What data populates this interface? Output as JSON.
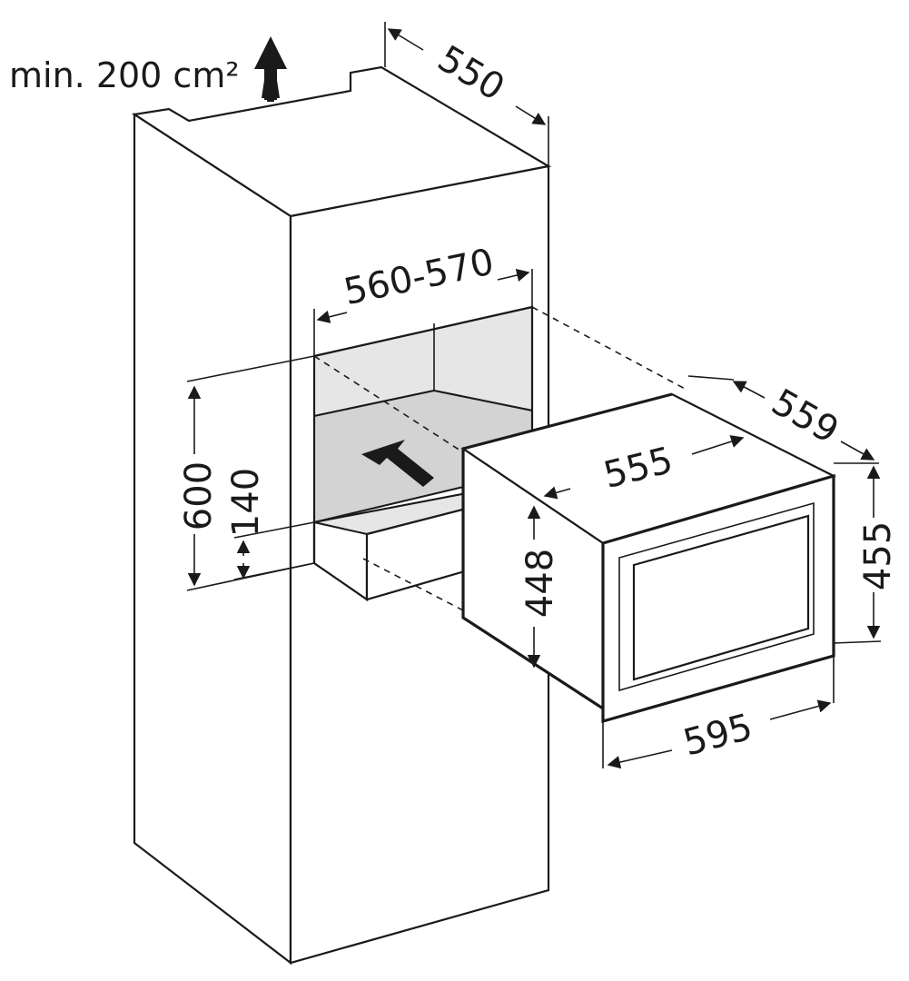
{
  "ventilation": {
    "note": "min. 200 cm²"
  },
  "dimensions": {
    "niche_depth": "550",
    "niche_width": "560-570",
    "niche_height": "600",
    "shelf_height": "140",
    "appliance_width": "555",
    "appliance_depth": "559",
    "appliance_height": "448",
    "front_height": "455",
    "front_width": "595"
  },
  "icons": {
    "vent": "airflow-up-arrow-icon",
    "insert": "insert-direction-arrow-icon"
  },
  "colors": {
    "line": "#1a1a1a",
    "recess": "#e6e6e6"
  }
}
